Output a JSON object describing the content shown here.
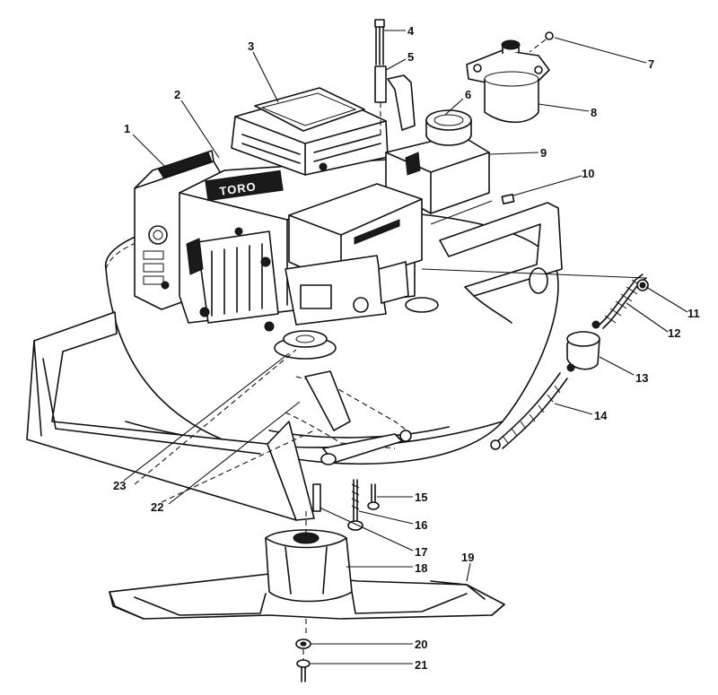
{
  "diagram": {
    "brand_label": "TORO",
    "parts": [
      {
        "number": "1"
      },
      {
        "number": "2"
      },
      {
        "number": "3"
      },
      {
        "number": "4"
      },
      {
        "number": "5"
      },
      {
        "number": "6"
      },
      {
        "number": "7"
      },
      {
        "number": "8"
      },
      {
        "number": "9"
      },
      {
        "number": "10"
      },
      {
        "number": "11"
      },
      {
        "number": "12"
      },
      {
        "number": "13"
      },
      {
        "number": "14"
      },
      {
        "number": "15"
      },
      {
        "number": "16"
      },
      {
        "number": "17"
      },
      {
        "number": "18"
      },
      {
        "number": "19"
      },
      {
        "number": "20"
      },
      {
        "number": "21"
      },
      {
        "number": "22"
      },
      {
        "number": "23"
      }
    ]
  }
}
